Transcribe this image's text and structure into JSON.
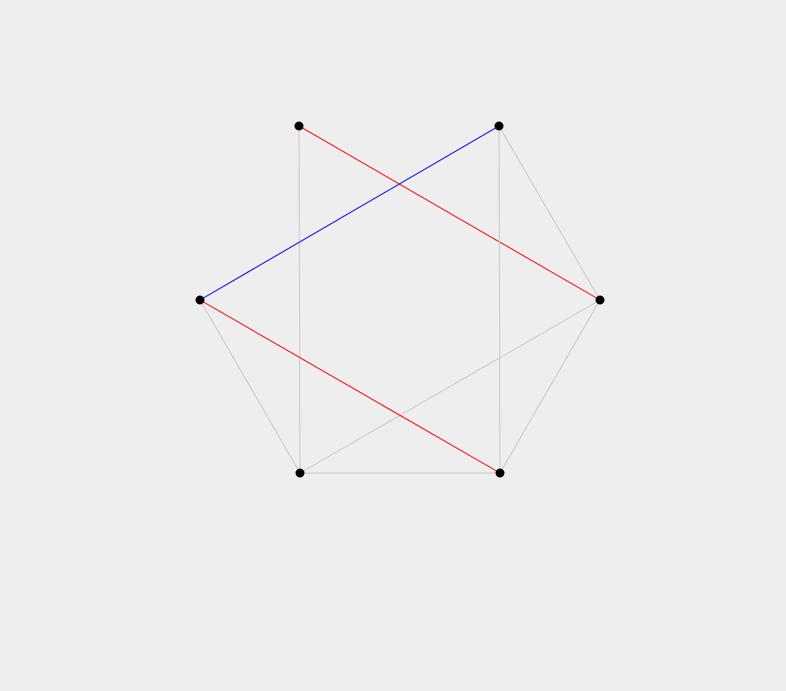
{
  "graph": {
    "background_color": "#eeeeee",
    "node_color": "#000000",
    "nodes": [
      {
        "id": "n1"
      },
      {
        "id": "n2"
      },
      {
        "id": "n3"
      },
      {
        "id": "n4"
      },
      {
        "id": "n5"
      },
      {
        "id": "n6"
      }
    ],
    "edges": [
      {
        "from": "n1",
        "to": "n3",
        "color": "#ff0000"
      },
      {
        "from": "n1",
        "to": "n5",
        "color": "#c8c8c8"
      },
      {
        "from": "n2",
        "to": "n6",
        "color": "#0000ff"
      },
      {
        "from": "n2",
        "to": "n3",
        "color": "#c8c8c8"
      },
      {
        "from": "n2",
        "to": "n4",
        "color": "#c8c8c8"
      },
      {
        "from": "n3",
        "to": "n4",
        "color": "#c8c8c8"
      },
      {
        "from": "n3",
        "to": "n5",
        "color": "#c8c8c8"
      },
      {
        "from": "n4",
        "to": "n5",
        "color": "#c8c8c8"
      },
      {
        "from": "n4",
        "to": "n6",
        "color": "#ff0000"
      },
      {
        "from": "n5",
        "to": "n6",
        "color": "#c8c8c8"
      }
    ]
  }
}
